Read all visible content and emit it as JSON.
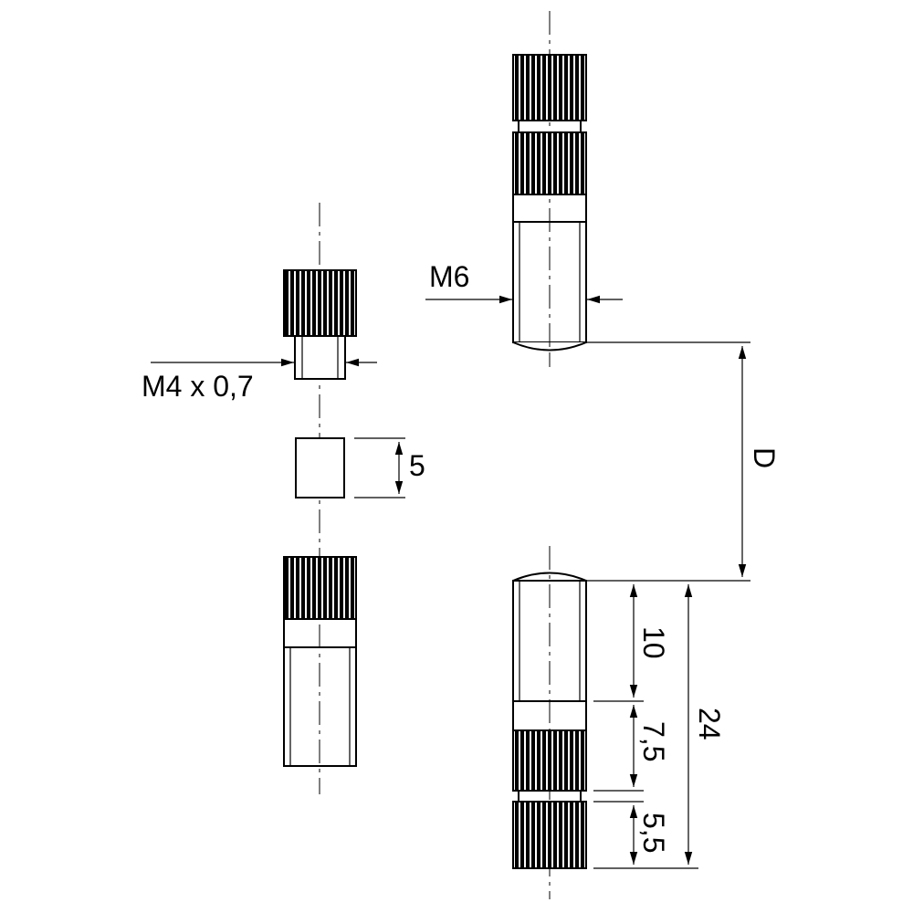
{
  "labels": {
    "m4_thread": "M4 x 0,7",
    "m6_thread": "M6",
    "spacer_height": "5",
    "distance": "D",
    "dim_10": "10",
    "dim_7_5": "7,5",
    "dim_5_5": "5,5",
    "dim_24": "24"
  }
}
